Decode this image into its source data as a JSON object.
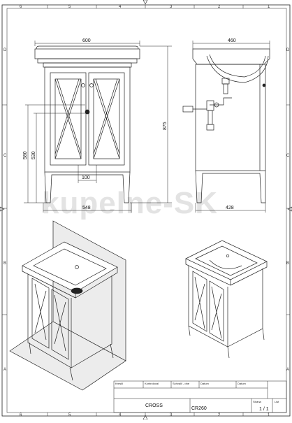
{
  "watermark": "kupelne-SK",
  "border_cols_top": [
    "6",
    "5",
    "4",
    "3",
    "2",
    "1"
  ],
  "border_cols_bottom": [
    "6",
    "5",
    "4",
    "3",
    "2",
    "1"
  ],
  "border_rows": [
    "D",
    "C",
    "B",
    "A"
  ],
  "front_view": {
    "top_width": "600",
    "bottom_width": "548",
    "height_580": "580",
    "height_530": "530",
    "height_875": "875",
    "handle_gap": "100"
  },
  "side_view": {
    "depth_top": "460",
    "depth_bottom": "428"
  },
  "title_block": {
    "header_labels": [
      "Kreslil",
      "Kontroloval",
      "Schválil - dne",
      "Datum",
      "Datum"
    ],
    "name": "CROSS",
    "code": "CR260",
    "sheet_label": "Strana",
    "sheet_value": "1 / 1",
    "format_label": "List"
  }
}
